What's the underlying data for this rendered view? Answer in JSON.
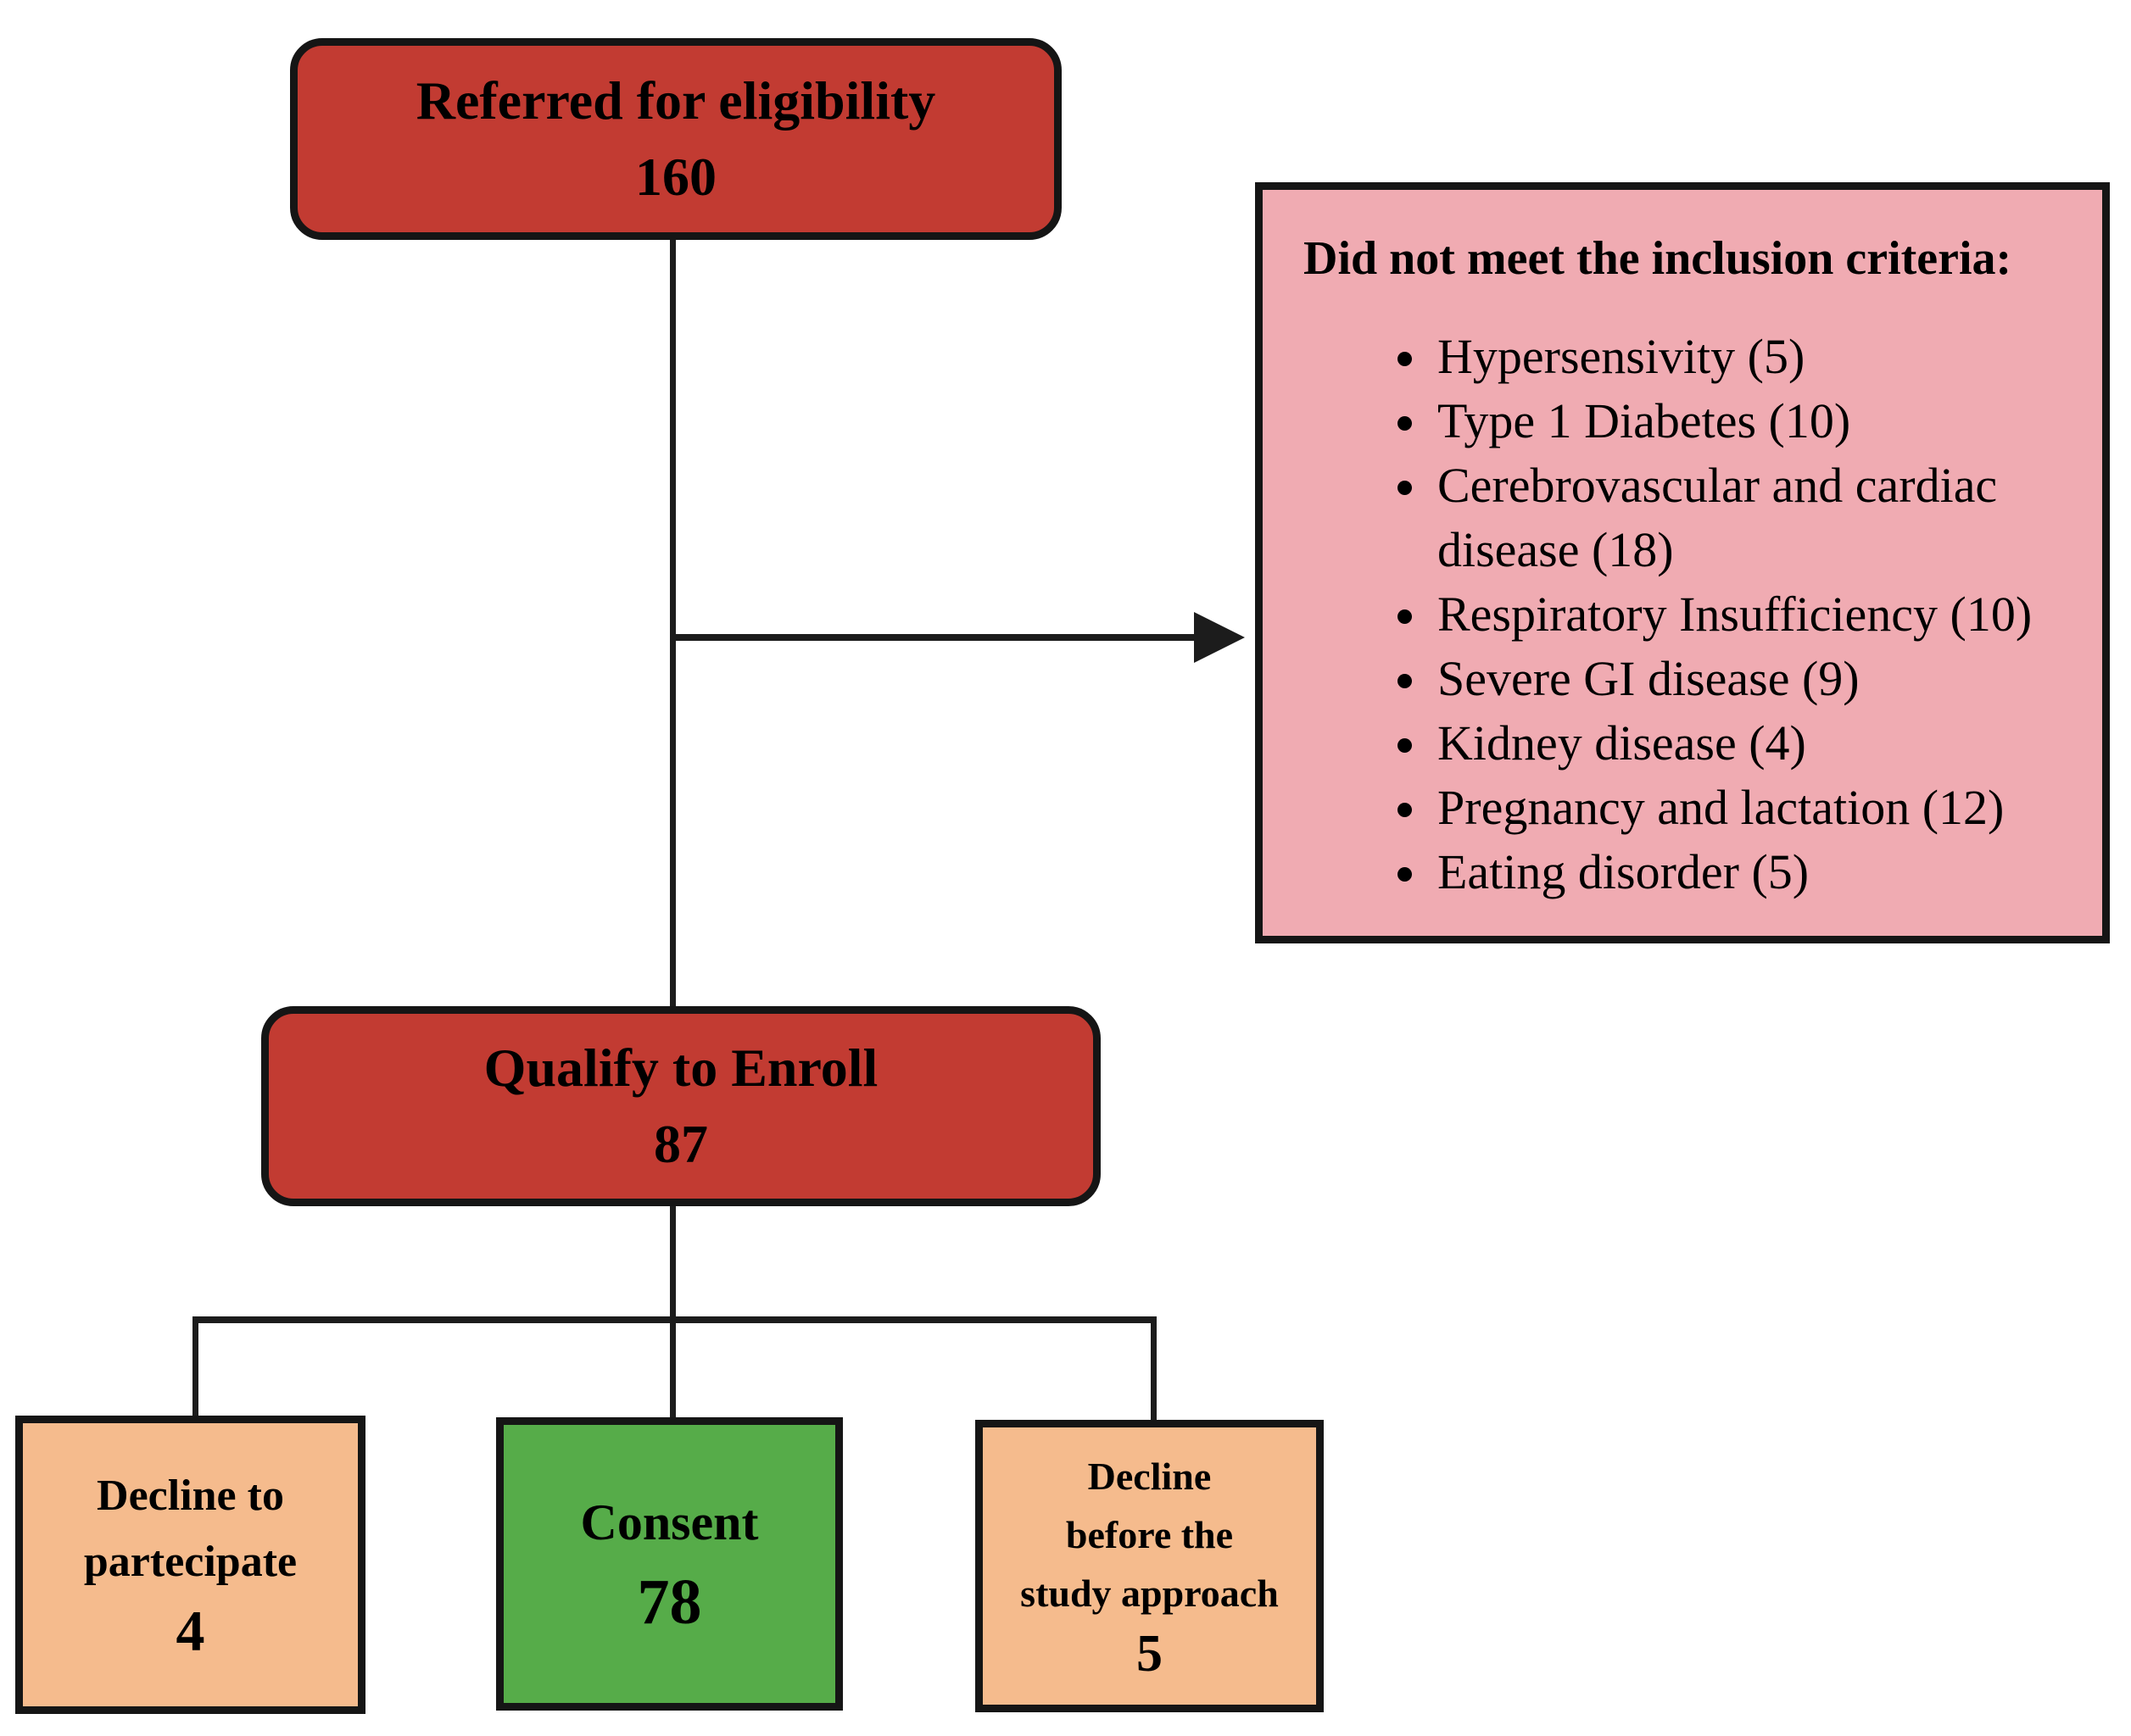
{
  "diagram": {
    "referred": {
      "label": "Referred for eligibility",
      "count": "160"
    },
    "exclusion": {
      "title": "Did not meet the inclusion criteria:",
      "items": [
        "Hypersensivity (5)",
        "Type 1 Diabetes (10)",
        "Cerebrovascular and cardiac disease (18)",
        "Respiratory Insufficiency (10)",
        "Severe GI disease (9)",
        "Kidney disease (4)",
        "Pregnancy and lactation (12)",
        "Eating disorder (5)"
      ]
    },
    "qualify": {
      "label": "Qualify to Enroll",
      "count": "87"
    },
    "decline_participate": {
      "label": "Decline to\npartecipate",
      "count": "4"
    },
    "consent": {
      "label": "Consent",
      "count": "78"
    },
    "decline_before": {
      "label": "Decline\nbefore the\nstudy approach",
      "count": "5"
    }
  },
  "colors": {
    "red": "#c23b32",
    "pink": "#f0abb2",
    "orange": "#f5bb8d",
    "green": "#56ac49",
    "line": "#1c1c1c"
  }
}
